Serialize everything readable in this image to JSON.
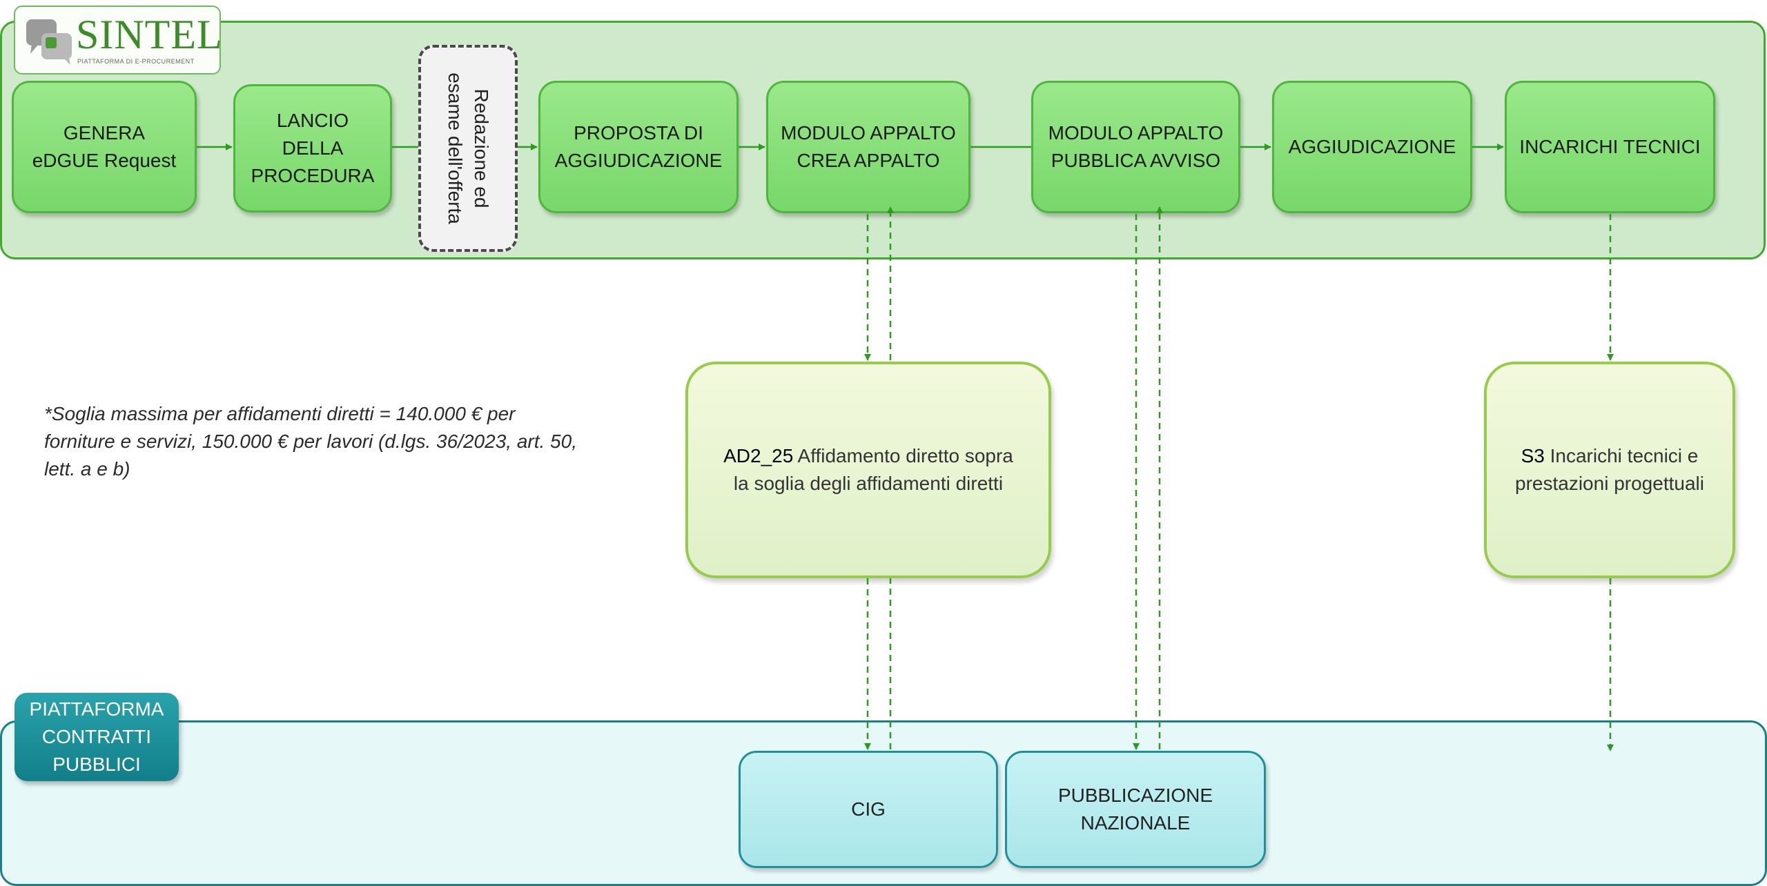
{
  "logo": {
    "title": "SINTEL",
    "subtitle": "PIATTAFORMA DI E-PROCUREMENT"
  },
  "steps": [
    {
      "lines": [
        "GENERA",
        "eDGUE Request"
      ]
    },
    {
      "lines": [
        "LANCIO",
        "DELLA",
        "PROCEDURA"
      ]
    },
    {
      "lines": [
        "Redazione ed",
        "esame dell'offerta"
      ]
    },
    {
      "lines": [
        "PROPOSTA DI",
        "AGGIUDICAZIONE"
      ]
    },
    {
      "lines": [
        "MODULO APPALTO",
        "CREA APPALTO"
      ]
    },
    {
      "lines": [
        "MODULO APPALTO",
        "PUBBLICA AVVISO"
      ]
    },
    {
      "lines": [
        "AGGIUDICAZIONE"
      ]
    },
    {
      "lines": [
        "INCARICHI TECNICI"
      ]
    }
  ],
  "note": "*Soglia massima per affidamenti diretti = 140.000 € per forniture e servizi, 150.000 € per lavori (d.lgs. 36/2023, art. 50, lett. a e b)",
  "cards": {
    "ad2": {
      "code": "AD2_25",
      "text": "Affidamento diretto sopra",
      "text2": "la soglia degli affidamenti diretti"
    },
    "s3": {
      "code": "S3",
      "text": "Incarichi tecnici e",
      "text2": "prestazioni progettuali"
    }
  },
  "platform": {
    "lines": [
      "PIATTAFORMA",
      "CONTRATTI",
      "PUBBLICI"
    ]
  },
  "outputs": {
    "cig": "CIG",
    "pubblicazione": [
      "PUBBLICAZIONE",
      "NAZIONALE"
    ]
  },
  "colors": {
    "sintel_band": "#cfeacb",
    "sintel_border": "#3faa2c",
    "step_fill": "#85dc77",
    "card_fill": "#e8f5d2",
    "pcp_band": "#e6f8f8",
    "pcp_dark": "#1a8c95",
    "arrow": "#2e9a1f"
  }
}
